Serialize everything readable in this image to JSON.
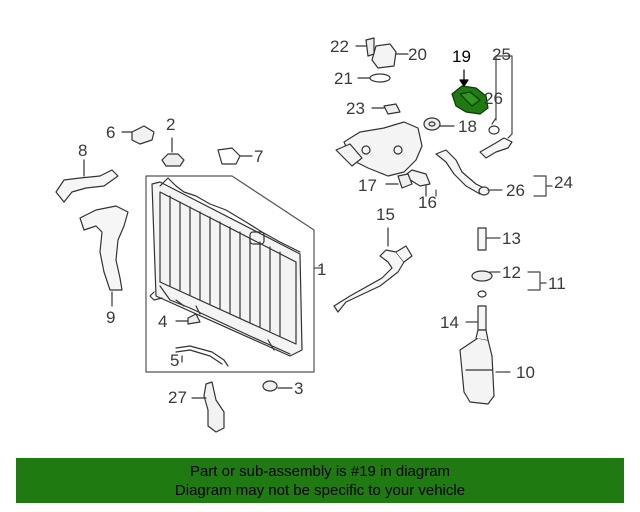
{
  "diagram": {
    "highlight_color": "#1f7a12",
    "highlighted_part": "19",
    "callouts": {
      "c1": "1",
      "c2": "2",
      "c3": "3",
      "c4": "4",
      "c5": "5",
      "c6": "6",
      "c7": "7",
      "c8": "8",
      "c9": "9",
      "c10": "10",
      "c11": "11",
      "c12": "12",
      "c13": "13",
      "c14": "14",
      "c15": "15",
      "c16": "16",
      "c17": "17",
      "c18": "18",
      "c19": "19",
      "c20": "20",
      "c21": "21",
      "c22": "22",
      "c23": "23",
      "c24": "24",
      "c25": "25",
      "c26a": "26",
      "c26b": "26",
      "c27": "27"
    }
  },
  "footer": {
    "line1": "Part or sub-assembly is #19 in diagram",
    "line2": "Diagram may not be specific to your vehicle",
    "bg_color": "#1f7a12"
  }
}
